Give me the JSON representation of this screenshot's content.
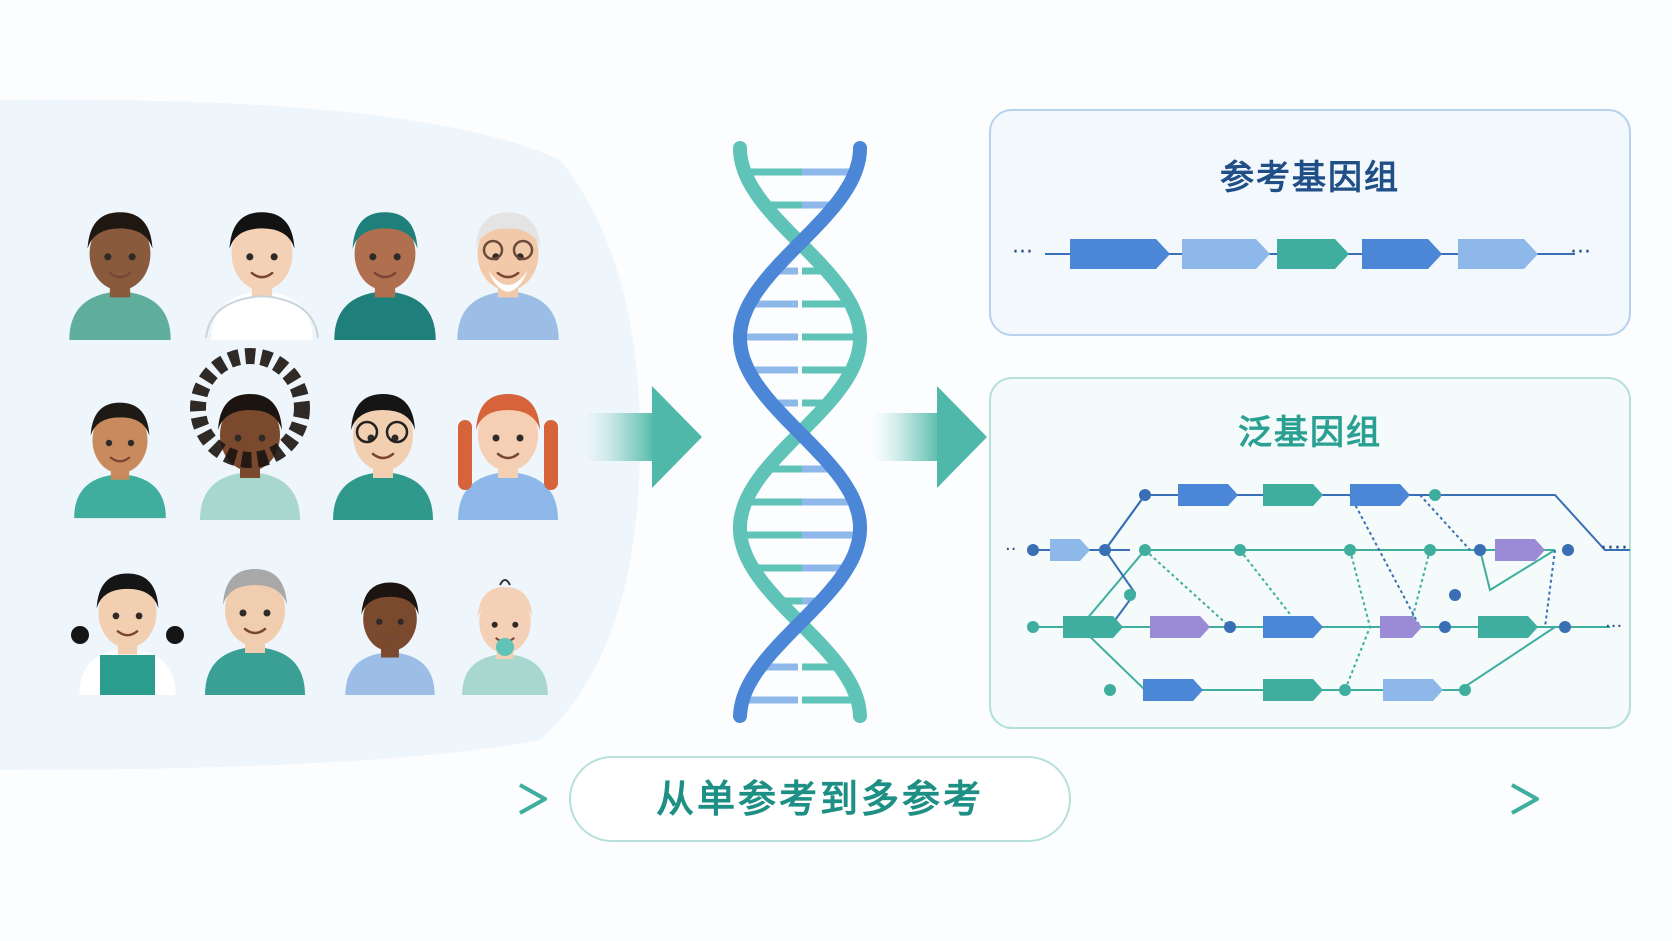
{
  "reference_genome": {
    "title": "参考基因组"
  },
  "pangenome": {
    "title": "泛基因组"
  },
  "footer": {
    "label": "从单参考到多参考"
  },
  "colors": {
    "teal": "#3fae9f",
    "blue": "#4c86d6",
    "light_blue": "#8fb8ea",
    "purple": "#9b8ad6",
    "dark_teal": "#2a9d8f"
  },
  "icons": {
    "population": "diverse-people-icons",
    "dna": "dna-double-helix-icon",
    "arrows": "right-arrow-icon"
  }
}
